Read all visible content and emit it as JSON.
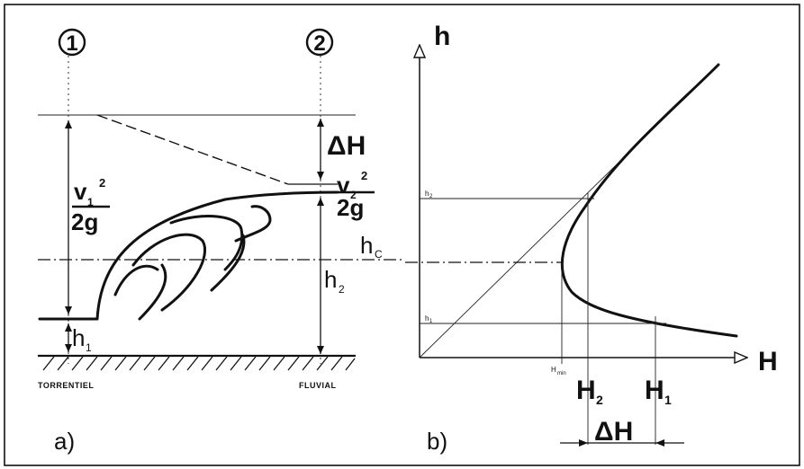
{
  "left": {
    "section1_label": "1",
    "section2_label": "2",
    "v1_label": "v",
    "v1_sub": "1",
    "v1_sup": "2",
    "g_label_1": "2g",
    "v2_label": "v",
    "v2_sub": "2",
    "v2_sup": "2",
    "g_label_2": "2g",
    "deltaH_label": "ΔH",
    "hc_label": "h",
    "hc_sub": "C",
    "h2_label": "h",
    "h2_sub": "2",
    "h1_label": "h",
    "h1_sub": "1",
    "torrential_label": "TORRENTIEL",
    "fluvial_label": "FLUVIAL",
    "panel_label": "a)"
  },
  "right": {
    "axis_h_label": "h",
    "axis_H_label": "H",
    "tick_h2": "h",
    "tick_h2_sub": "2",
    "tick_h1": "h",
    "tick_h1_sub": "1",
    "tick_hmin": "H",
    "tick_hmin_sub": "min",
    "H2_label": "H",
    "H2_sub": "2",
    "H1_label": "H",
    "H1_sub": "1",
    "deltaH_label": "ΔH",
    "panel_label": "b)"
  }
}
